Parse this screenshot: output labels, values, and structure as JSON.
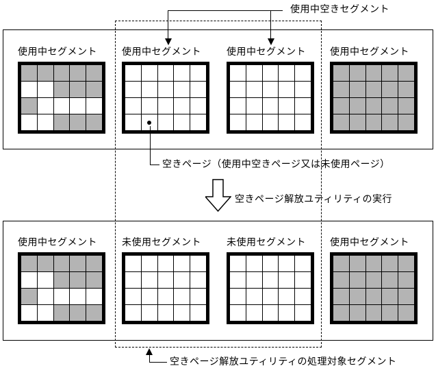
{
  "figure": {
    "callouts": {
      "used_free_segment": "使用中空きセグメント",
      "free_page": "空きページ（使用中空きページ又は未使用ページ）",
      "action": "空きページ解放ユティリティの実行",
      "target_segments": "空きページ解放ユティリティの処理対象セグメント"
    },
    "colors": {
      "used_page_fill": "#b4b4b4",
      "free_page_fill": "#ffffff",
      "line": "#000000"
    },
    "rows": [
      {
        "id": "before",
        "segments": [
          {
            "label": "使用中セグメント",
            "pattern": [
              "11111",
              "00111",
              "10000",
              "00111"
            ]
          },
          {
            "label": "使用中セグメント",
            "pattern": [
              "00000",
              "00000",
              "00000",
              "00000"
            ],
            "dot_cell": {
              "row": 3,
              "col": 1
            }
          },
          {
            "label": "使用中セグメント",
            "pattern": [
              "00000",
              "00000",
              "00000",
              "00000"
            ]
          },
          {
            "label": "使用中セグメント",
            "pattern": [
              "11111",
              "11111",
              "11111",
              "11111"
            ]
          }
        ]
      },
      {
        "id": "after",
        "segments": [
          {
            "label": "使用中セグメント",
            "pattern": [
              "11111",
              "00111",
              "10000",
              "00111"
            ]
          },
          {
            "label": "未使用セグメント",
            "pattern": [
              "00000",
              "00000",
              "00000",
              "00000"
            ]
          },
          {
            "label": "未使用セグメント",
            "pattern": [
              "00000",
              "00000",
              "00000",
              "00000"
            ]
          },
          {
            "label": "使用中セグメント",
            "pattern": [
              "11111",
              "11111",
              "11111",
              "11111"
            ]
          }
        ]
      }
    ]
  }
}
